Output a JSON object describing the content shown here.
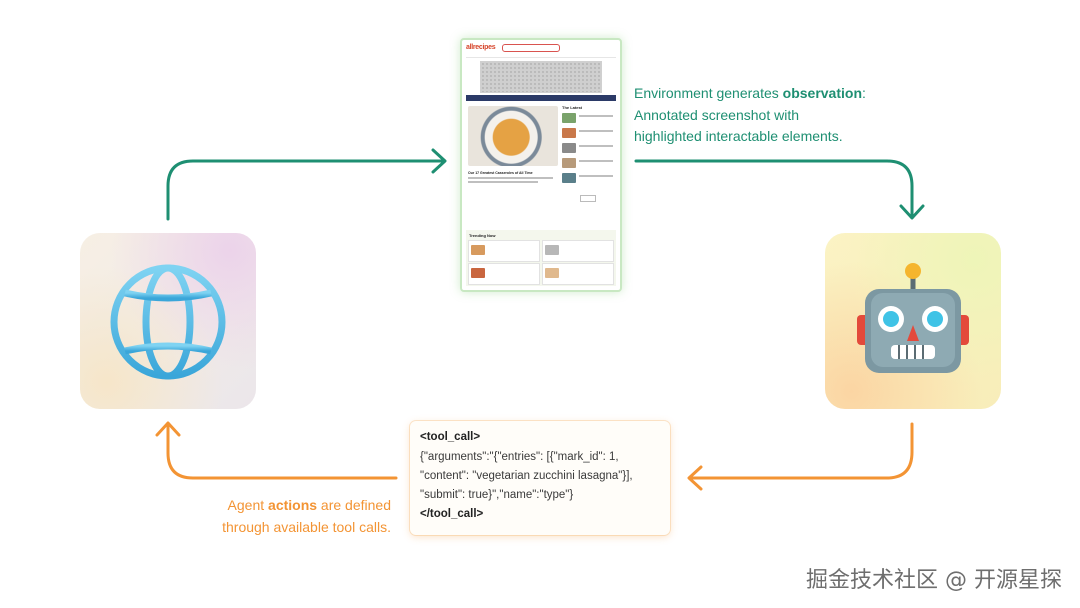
{
  "observation_caption": {
    "line1_prefix": "Environment generates ",
    "line1_bold": "observation",
    "line1_suffix": ":",
    "line2": "Annotated screenshot with",
    "line3": "highlighted interactable elements."
  },
  "actions_caption": {
    "line1_prefix": "Agent ",
    "line1_bold": "actions",
    "line1_suffix": " are defined",
    "line2": "through available tool calls."
  },
  "tool_call": {
    "open_tag": "<tool_call>",
    "line1": "{\"arguments\":\"{\"entries\": [{\"mark_id\": 1,",
    "line2": "\"content\": \"vegetarian zucchini lasagna\"}],",
    "line3": "\"submit\": true}\",\"name\":\"type\"}",
    "close_tag": "</tool_call>"
  },
  "screenshot": {
    "logo": "allrecipes",
    "latest_title": "The Latest",
    "headline": "Our 17 Greatest Casseroles of All Time",
    "trending_title": "Trending Now"
  },
  "icons": {
    "environment": "globe-icon",
    "agent": "robot-icon"
  },
  "colors": {
    "teal": "#1e8f72",
    "orange": "#f39434",
    "green_glow": "#c8e8c2"
  },
  "watermark": "掘金技术社区 @ 开源星探"
}
